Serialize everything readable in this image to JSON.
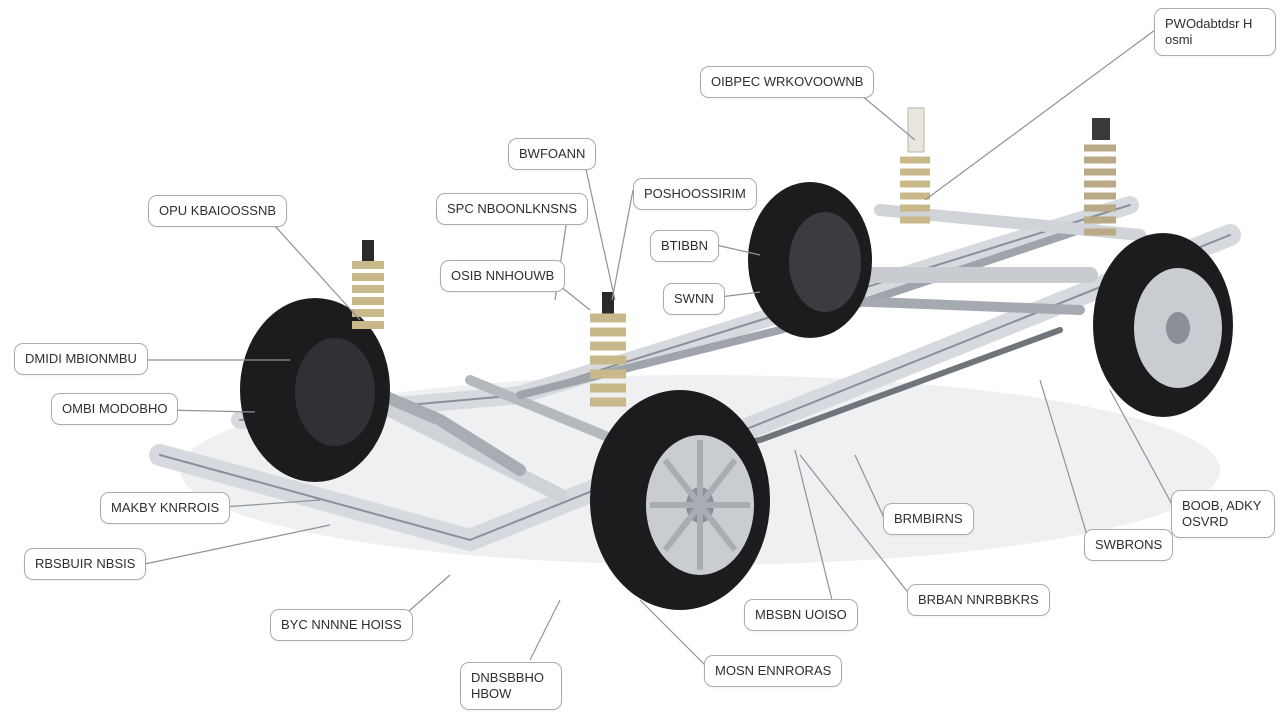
{
  "labels": {
    "top_right": {
      "line1": "PWOdabtdsr H",
      "line2": "osmi"
    },
    "top_center": "OIBPEC WRKOVOOWNB",
    "upper_mid": "BWFOANN",
    "left_1": "OPU KBAIOOSSNB",
    "mid_1": "SPC NBOONLKNSNS",
    "right_1": "POSHOOSSIRIM",
    "right_2": "BTIBBN",
    "mid_2": "OSIB NNHOUWB",
    "right_3": "SWNN",
    "left_2": "DMIDI MBIONMBU",
    "left_3": "OMBI MODOBHO",
    "left_4": "MAKBY KNRROIS",
    "left_5": "RBSBUIR NBSIS",
    "bottom_left": "BYC NNNNE HOISS",
    "bottom_1": {
      "line1": "DNBSBBHO",
      "line2": "HBOW"
    },
    "bottom_2": "MOSN ENNRORAS",
    "bottom_3": "MBSBN UOISO",
    "bottom_right_1": "BRBAN NNRBBKRS",
    "bottom_right_2": "BRMBIRNS",
    "far_right_1": "SWBRONS",
    "far_right_2": {
      "line1": "BOOB, ADKY",
      "line2": "OSVRD"
    }
  },
  "colors": {
    "leader_line": "#8e9399",
    "frame": "#d9dcdf",
    "tire": "#1c1c1e",
    "rim": "#c9ccd0",
    "spring": "#c9b98a"
  }
}
